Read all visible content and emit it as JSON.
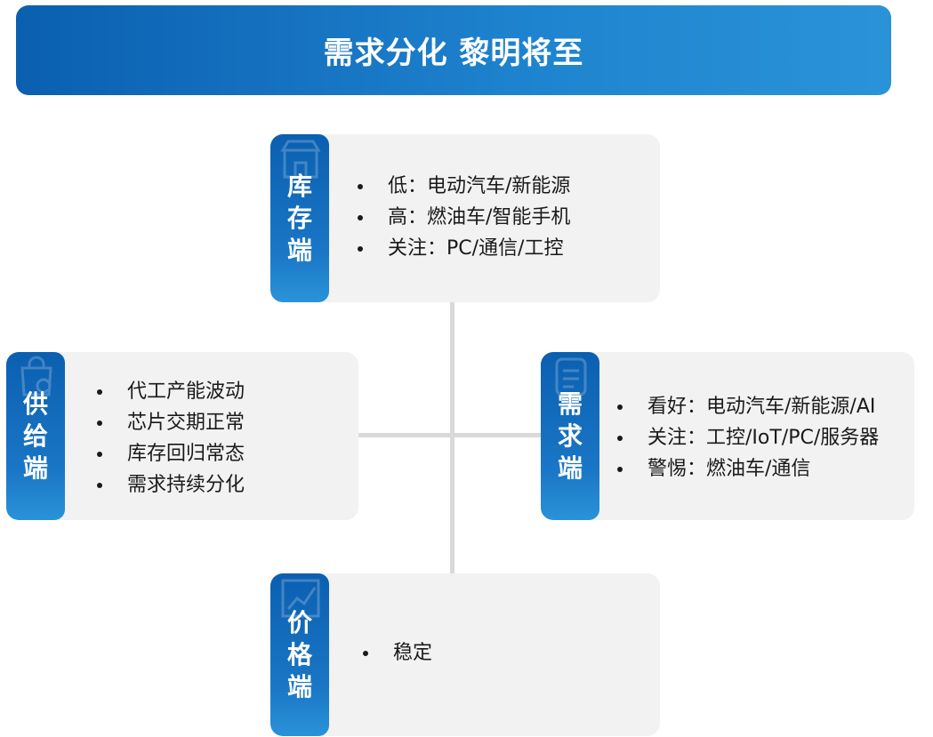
{
  "header": {
    "title": "需求分化 黎明将至"
  },
  "inventory": {
    "label": [
      "库",
      "存",
      "端"
    ],
    "items": [
      "低：电动汽车/新能源",
      "高：燃油车/智能手机",
      "关注：PC/通信/工控"
    ]
  },
  "supply": {
    "label": [
      "供",
      "给",
      "端"
    ],
    "items": [
      "代工产能波动",
      "芯片交期正常",
      "库存回归常态",
      "需求持续分化"
    ]
  },
  "demand": {
    "label": [
      "需",
      "求",
      "端"
    ],
    "items": [
      "看好：电动汽车/新能源/AI",
      "关注：工控/IoT/PC/服务器",
      "警惕：燃油车/通信"
    ]
  },
  "price": {
    "label": [
      "价",
      "格",
      "端"
    ],
    "items": [
      "稳定"
    ]
  },
  "icons": {
    "inventory": "storefront-icon",
    "supply": "shopping-bag-icon",
    "demand": "document-list-icon",
    "price": "line-chart-icon"
  },
  "colors": {
    "accent": "#0b5fb0",
    "accent_light": "#2a93d8",
    "card_bg": "#f2f2f2",
    "connector": "#d9d9d9"
  }
}
